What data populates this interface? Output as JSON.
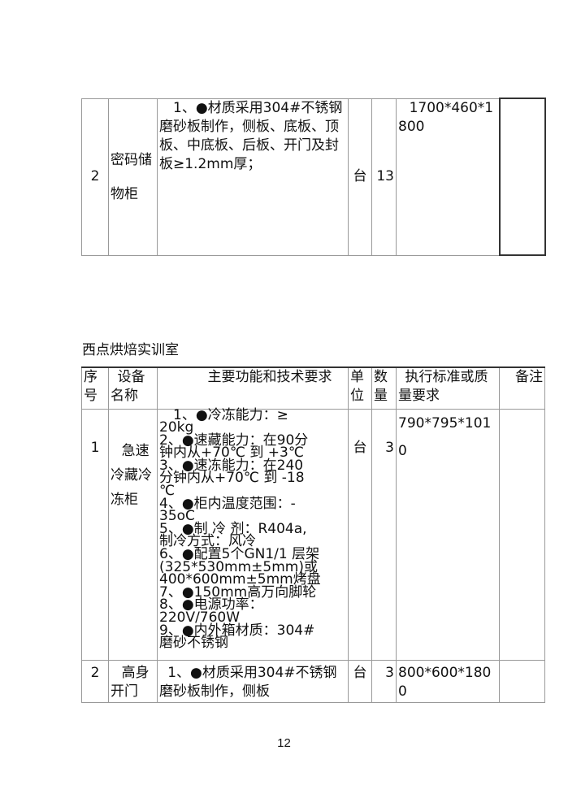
{
  "table1": {
    "row": {
      "no": "2",
      "name": "密码储物柜",
      "spec": "1、●材质采用304#不锈钢磨砂板制作，侧板、底板、顶板、中底板、后板、开门及封板≥1.2mm厚；",
      "unit": "台",
      "qty": "13",
      "standard": "1700*460*1800",
      "note": ""
    }
  },
  "section_title": "西点烘焙实训室",
  "table2": {
    "headers": [
      "序号",
      "设备名称",
      "主要功能和技术要求",
      "单位",
      "数量",
      "执行标准或质量要求",
      "备注"
    ],
    "row1": {
      "no": "1",
      "name": "急速冷藏冷冻柜",
      "spec_lines": [
        "1、●冷冻能力：≥",
        "20kg",
        "2、●速藏能力：在90分",
        "钟内从+70℃ 到 +3℃",
        "3、●速冻能力：在240",
        "分钟内从+70℃ 到 -18",
        "℃",
        "4、●柜内温度范围：-",
        "35oC",
        "5、●制 冷 剂：R404a,",
        "制冷方式：风冷",
        "6、●配置5个GN1/1 层架",
        "(325*530mm±5mm)或",
        "400*600mm±5mm烤盘",
        "7、●150mm高万向脚轮",
        "8、●电源功率：",
        "220V/760W",
        "9、●内外箱材质：304#",
        "磨砂不锈钢"
      ],
      "unit": "台",
      "qty": "3",
      "standard": "790*795*1010"
    },
    "row2": {
      "no": "2",
      "name": "高身开门",
      "spec": "1、●材质采用304#不锈钢磨砂板制作，侧板",
      "unit": "台",
      "qty": "3",
      "standard": "800*600*1800"
    }
  },
  "page_number": "12"
}
